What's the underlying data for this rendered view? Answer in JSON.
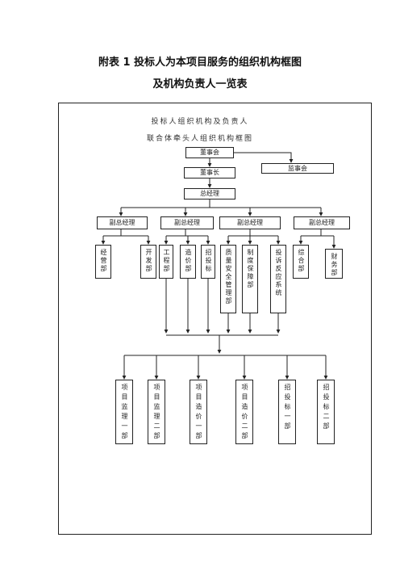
{
  "heading": {
    "line1": "附表 1  投标人为本项目服务的组织机构框图",
    "line2": "及机构负责人一览表"
  },
  "chart": {
    "title1": "投标人组织机构及负责人",
    "title2": "联合体牵头人组织机构框图"
  },
  "nodes": {
    "board": "董事会",
    "chairman": "董事长",
    "supervisory": "监事会",
    "gm": "总经理",
    "vgm": [
      "副总经理",
      "副总经理",
      "副总经理",
      "副总经理"
    ],
    "depts": [
      "经营部",
      "开发部",
      "工程部",
      "造价部",
      "招投标",
      "质量安全管理部",
      "制度保障部",
      "投诉反应系统",
      "综合部",
      "财务部"
    ],
    "projects": [
      "项目监理一部",
      "项目监理二部",
      "项目造价一部",
      "项目造价二部",
      "招投标一部",
      "招投标二部"
    ]
  },
  "colors": {
    "line": "#222222",
    "background": "#ffffff"
  }
}
